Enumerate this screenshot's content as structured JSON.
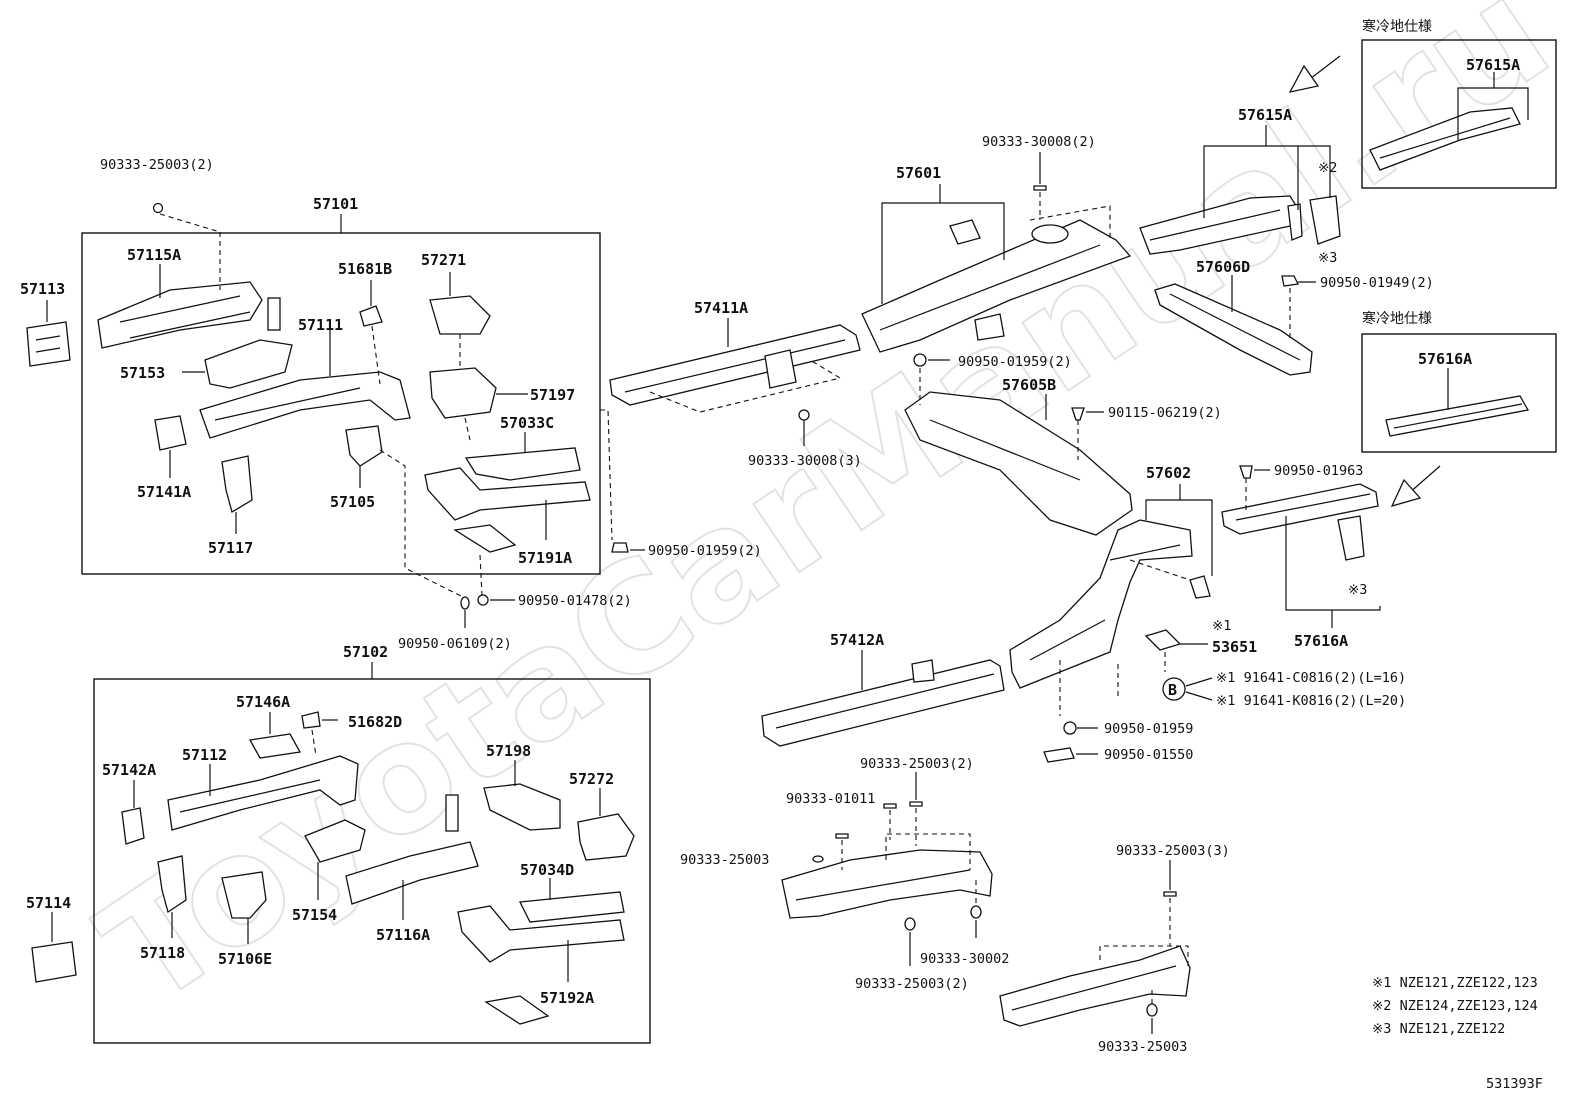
{
  "watermark": "ToyotaCarManual.ru",
  "diagram_code": "531393F",
  "cold_spec_label": "寒冷地仕様",
  "callout_b": "B",
  "notes": [
    "※1 NZE121,ZZE122,123",
    "※2 NZE124,ZZE123,124",
    "※3 NZE121,ZZE122"
  ],
  "labels": {
    "p57101": "57101",
    "p57102": "57102",
    "p57113": "57113",
    "p57114": "57114",
    "p57115A": "57115A",
    "p57153": "57153",
    "p57141A": "57141A",
    "p57117": "57117",
    "p51681B": "51681B",
    "p57271": "57271",
    "p57111": "57111",
    "p57197": "57197",
    "p57033C": "57033C",
    "p57105": "57105",
    "p57191A": "57191A",
    "p57146A": "57146A",
    "p51682D": "51682D",
    "p57112": "57112",
    "p57142A": "57142A",
    "p57198": "57198",
    "p57272": "57272",
    "p57034D": "57034D",
    "p57154": "57154",
    "p57116A": "57116A",
    "p57118": "57118",
    "p57106E": "57106E",
    "p57192A": "57192A",
    "p57411A": "57411A",
    "p57601": "57601",
    "p57605B": "57605B",
    "p57615A": "57615A",
    "p57615A_cold": "57615A",
    "p57606D": "57606D",
    "p57616A": "57616A",
    "p57616A_cold": "57616A",
    "p57602": "57602",
    "p53651": "53651",
    "p57412A": "57412A"
  },
  "bolts": {
    "b1": "90333-25003(2)",
    "b2": "90950-01959(2)",
    "b3": "90950-01478(2)",
    "b4": "90950-06109(2)",
    "b5": "90333-30008(3)",
    "b6": "90333-30008(2)",
    "b7": "90950-01959(2)",
    "b8": "90115-06219(2)",
    "b9": "90950-01949(2)",
    "b10": "90950-01963",
    "b11": "90950-01959",
    "b12": "90950-01550",
    "b13": "90333-25003(2)",
    "b14": "90333-01011",
    "b15": "90333-25003",
    "b16": "90333-30002",
    "b17": "90333-25003(2)",
    "b18": "90333-25003(3)",
    "b19": "90333-25003"
  },
  "marks": {
    "m1": "※2",
    "m2": "※3",
    "m3": "※3",
    "m4": "※1"
  },
  "bolt_callouts": {
    "c1": "※1 91641-C0816(2)(L=16)",
    "c2": "※1 91641-K0816(2)(L=20)"
  }
}
